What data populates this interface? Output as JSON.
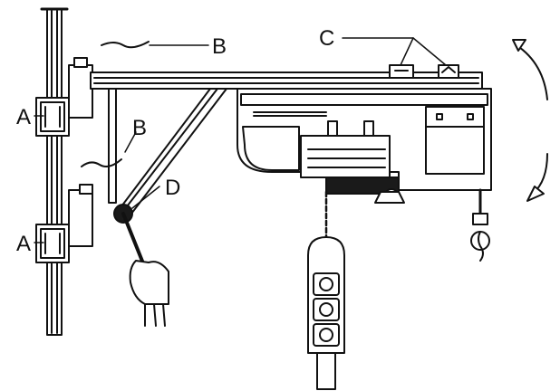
{
  "labels": {
    "a_top": "A",
    "a_bottom": "A",
    "b_top": "B",
    "b_mid": "B",
    "c": "C",
    "d": "D"
  },
  "colors": {
    "line": "#111111",
    "fill_dark": "#1a1a1a",
    "fill_light": "#ffffff"
  }
}
